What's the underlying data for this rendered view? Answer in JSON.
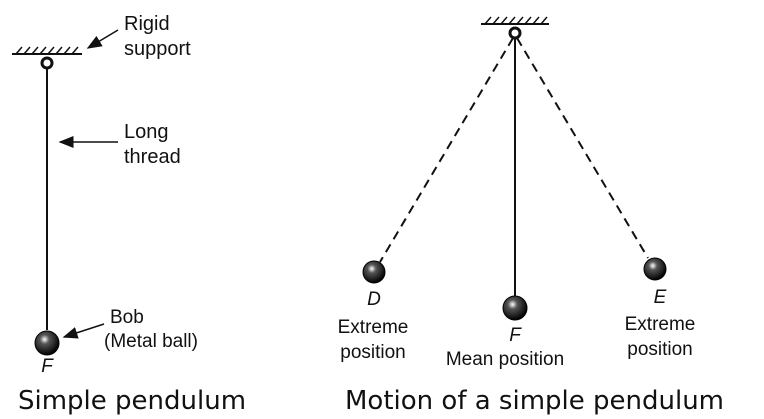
{
  "left_diagram": {
    "support_label_line1": "Rigid",
    "support_label_line2": "support",
    "thread_label_line1": "Long",
    "thread_label_line2": "thread",
    "bob_label_line1": "Bob",
    "bob_label_line2": "(Metal ball)",
    "point_label": "F",
    "caption": "Simple pendulum"
  },
  "right_diagram": {
    "left_point": "D",
    "left_label_line1": "Extreme",
    "left_label_line2": "position",
    "center_point": "F",
    "center_label": "Mean position",
    "right_point": "E",
    "right_label_line1": "Extreme",
    "right_label_line2": "position",
    "caption": "Motion of a simple pendulum"
  },
  "colors": {
    "ink": "#111111",
    "background": "#ffffff"
  }
}
